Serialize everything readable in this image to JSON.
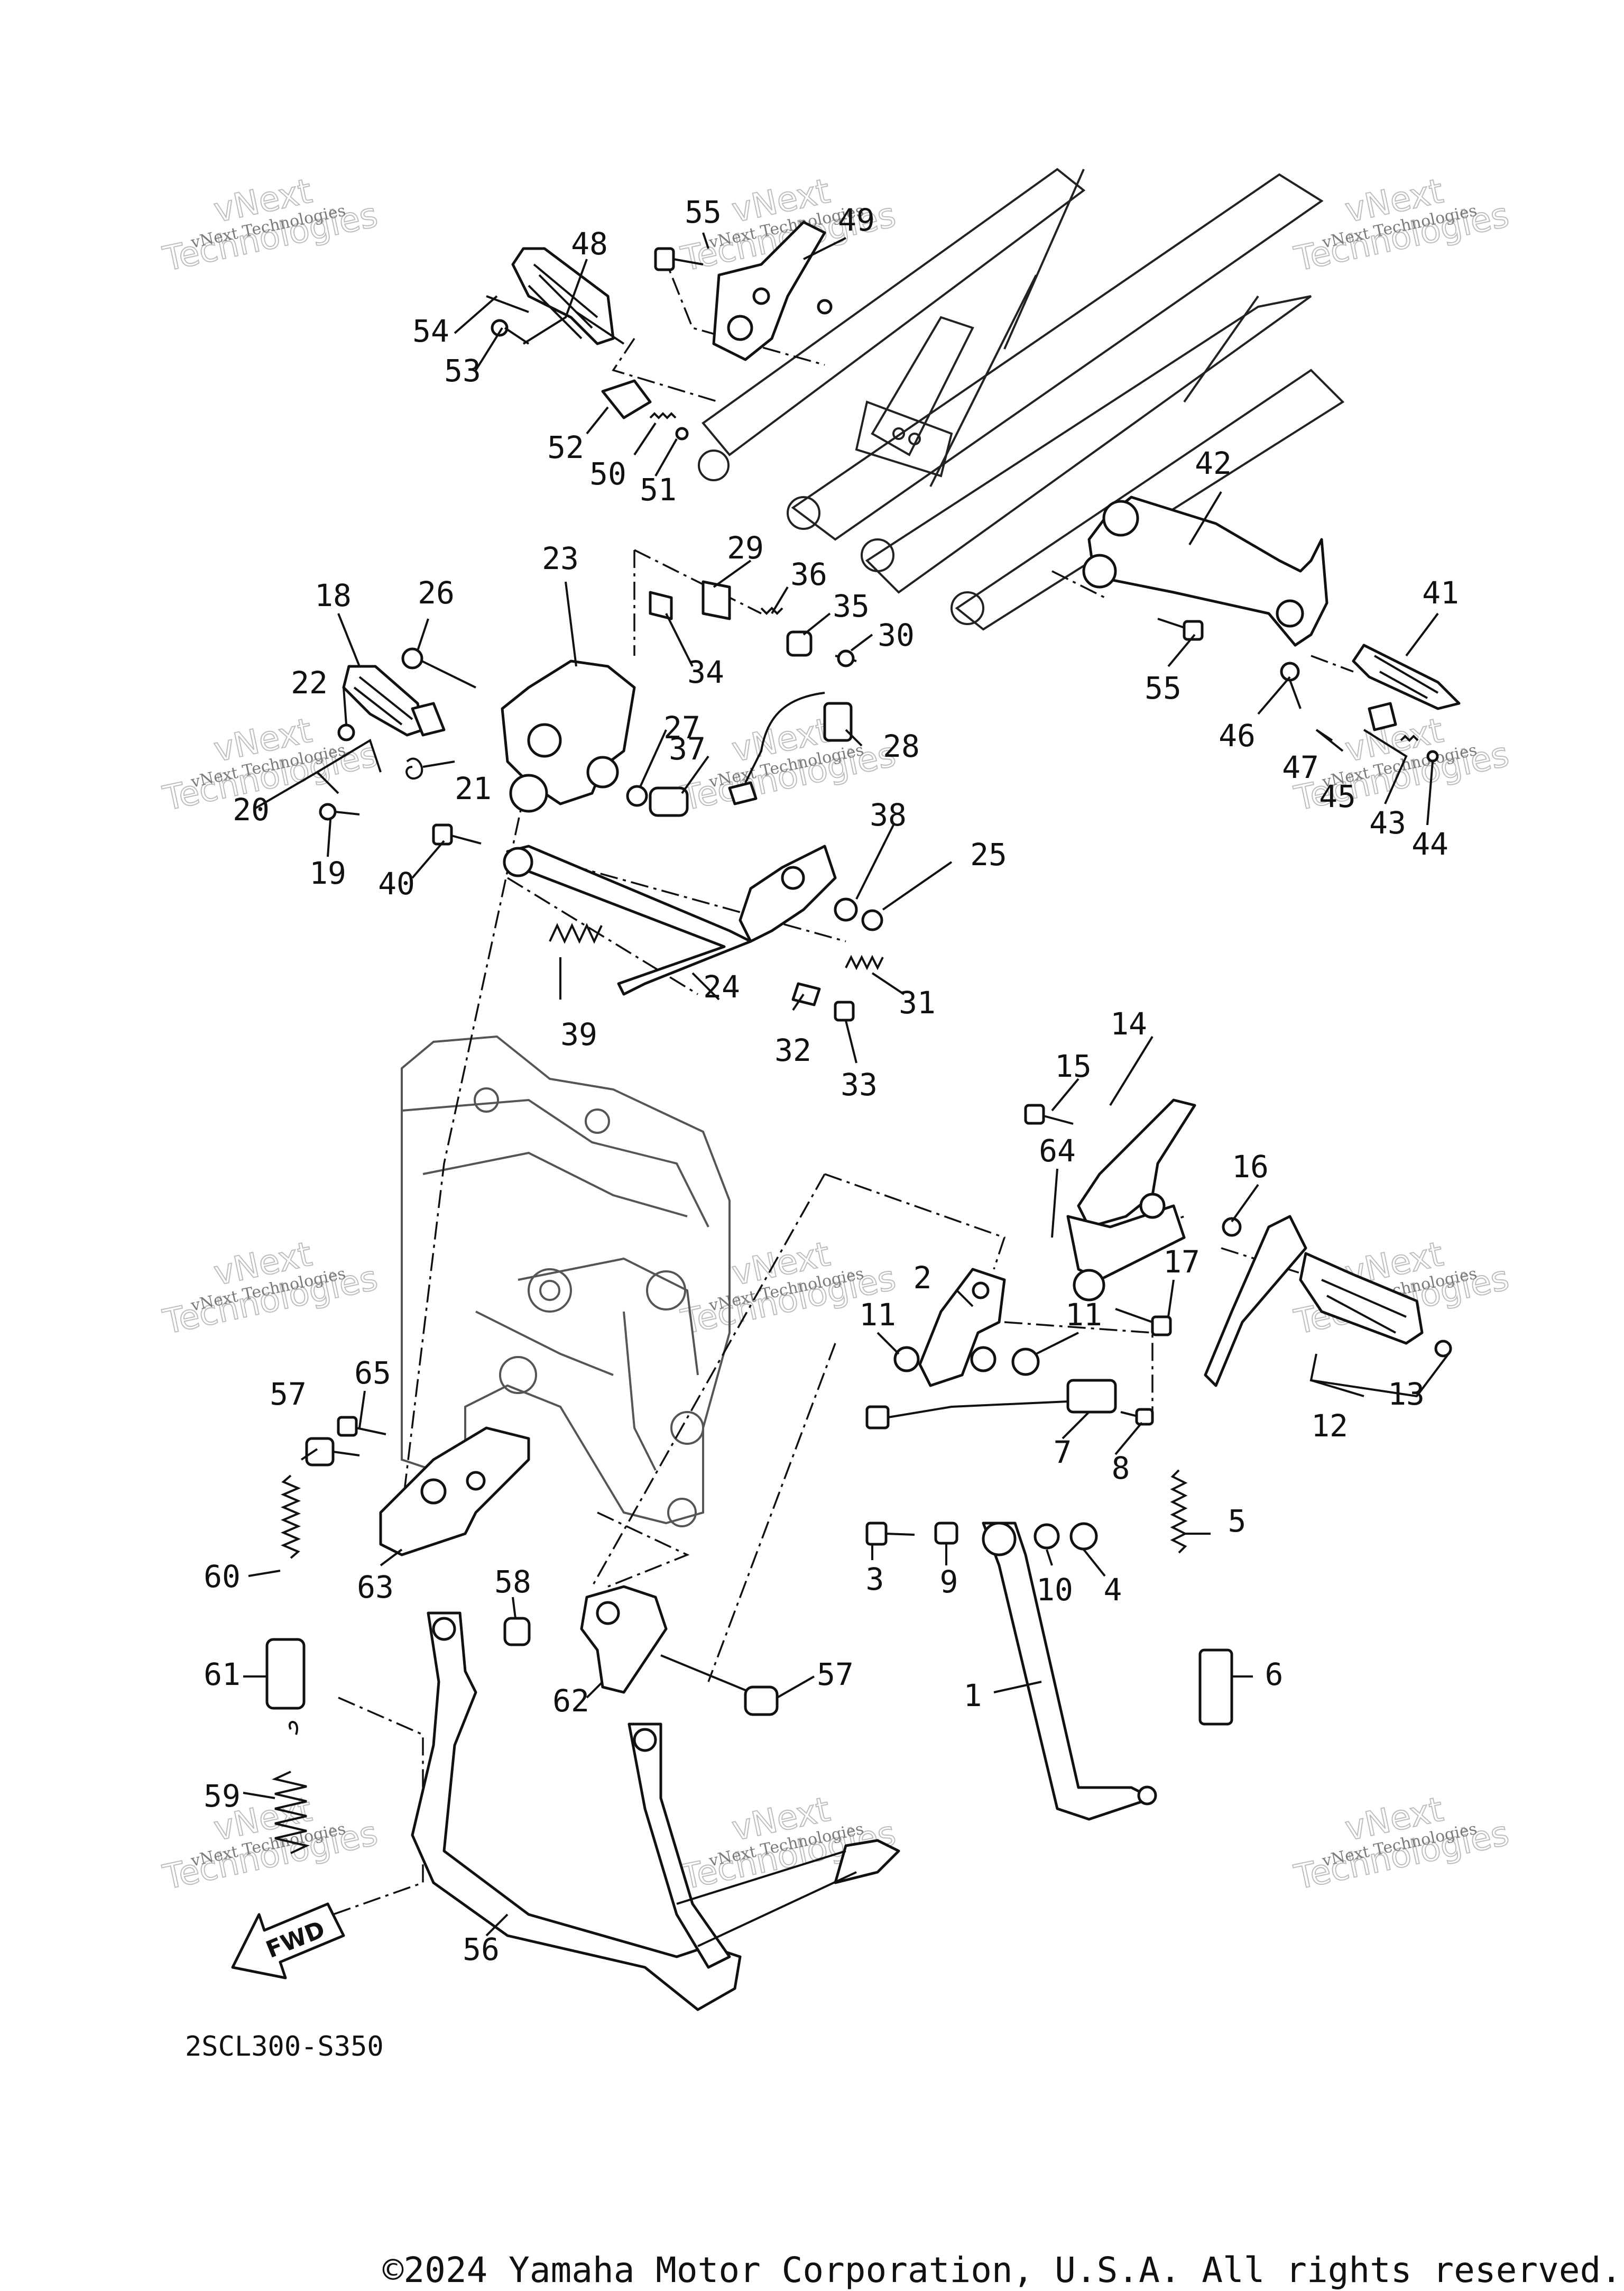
{
  "diagram": {
    "code": "2SCL300-S350",
    "copyright": "©2024 Yamaha Motor Corporation, U.S.A. All rights reserved.",
    "fwd_label": "FWD",
    "watermark_line1": "vNext",
    "watermark_line2": "Technologies",
    "watermark_small": "vNext Technologies",
    "callouts": [
      "1",
      "2",
      "3",
      "4",
      "5",
      "6",
      "7",
      "8",
      "9",
      "10",
      "11",
      "11",
      "12",
      "13",
      "14",
      "15",
      "16",
      "17",
      "18",
      "19",
      "20",
      "21",
      "22",
      "23",
      "24",
      "25",
      "26",
      "27",
      "28",
      "29",
      "30",
      "31",
      "32",
      "33",
      "34",
      "35",
      "36",
      "37",
      "38",
      "39",
      "40",
      "41",
      "42",
      "43",
      "44",
      "45",
      "46",
      "47",
      "48",
      "49",
      "50",
      "51",
      "52",
      "53",
      "54",
      "55",
      "55",
      "56",
      "57",
      "57",
      "58",
      "59",
      "60",
      "61",
      "62",
      "63",
      "64",
      "65"
    ]
  }
}
